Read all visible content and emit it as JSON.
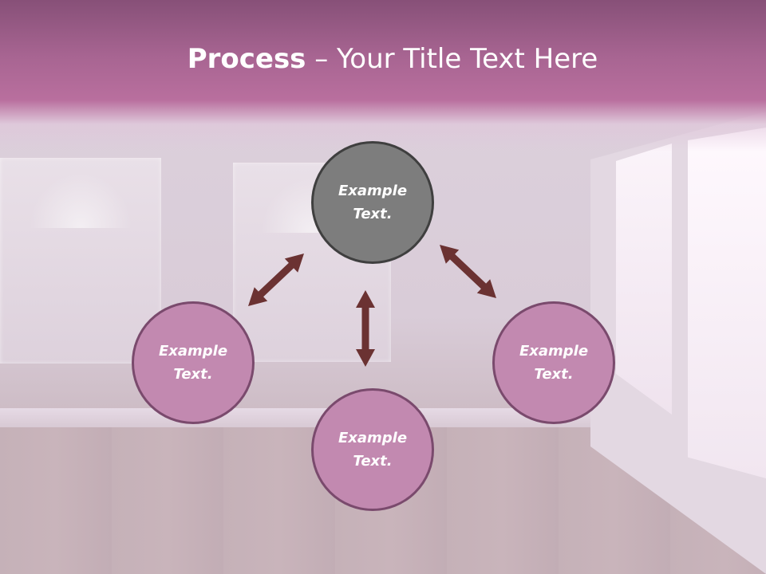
{
  "slide": {
    "title_bold": "Process",
    "title_rest": " – Your Title Text Here"
  },
  "diagram": {
    "nodes": [
      {
        "id": "top",
        "label_line1": "Example",
        "label_line2": "Text.",
        "color": "#7d7d7d"
      },
      {
        "id": "left",
        "label_line1": "Example",
        "label_line2": "Text.",
        "color": "#c289b0"
      },
      {
        "id": "right",
        "label_line1": "Example",
        "label_line2": "Text.",
        "color": "#c289b0"
      },
      {
        "id": "bottom",
        "label_line1": "Example",
        "label_line2": "Text.",
        "color": "#c289b0"
      }
    ],
    "arrow_color": "#6b3232",
    "arrow_style": "double-headed"
  }
}
